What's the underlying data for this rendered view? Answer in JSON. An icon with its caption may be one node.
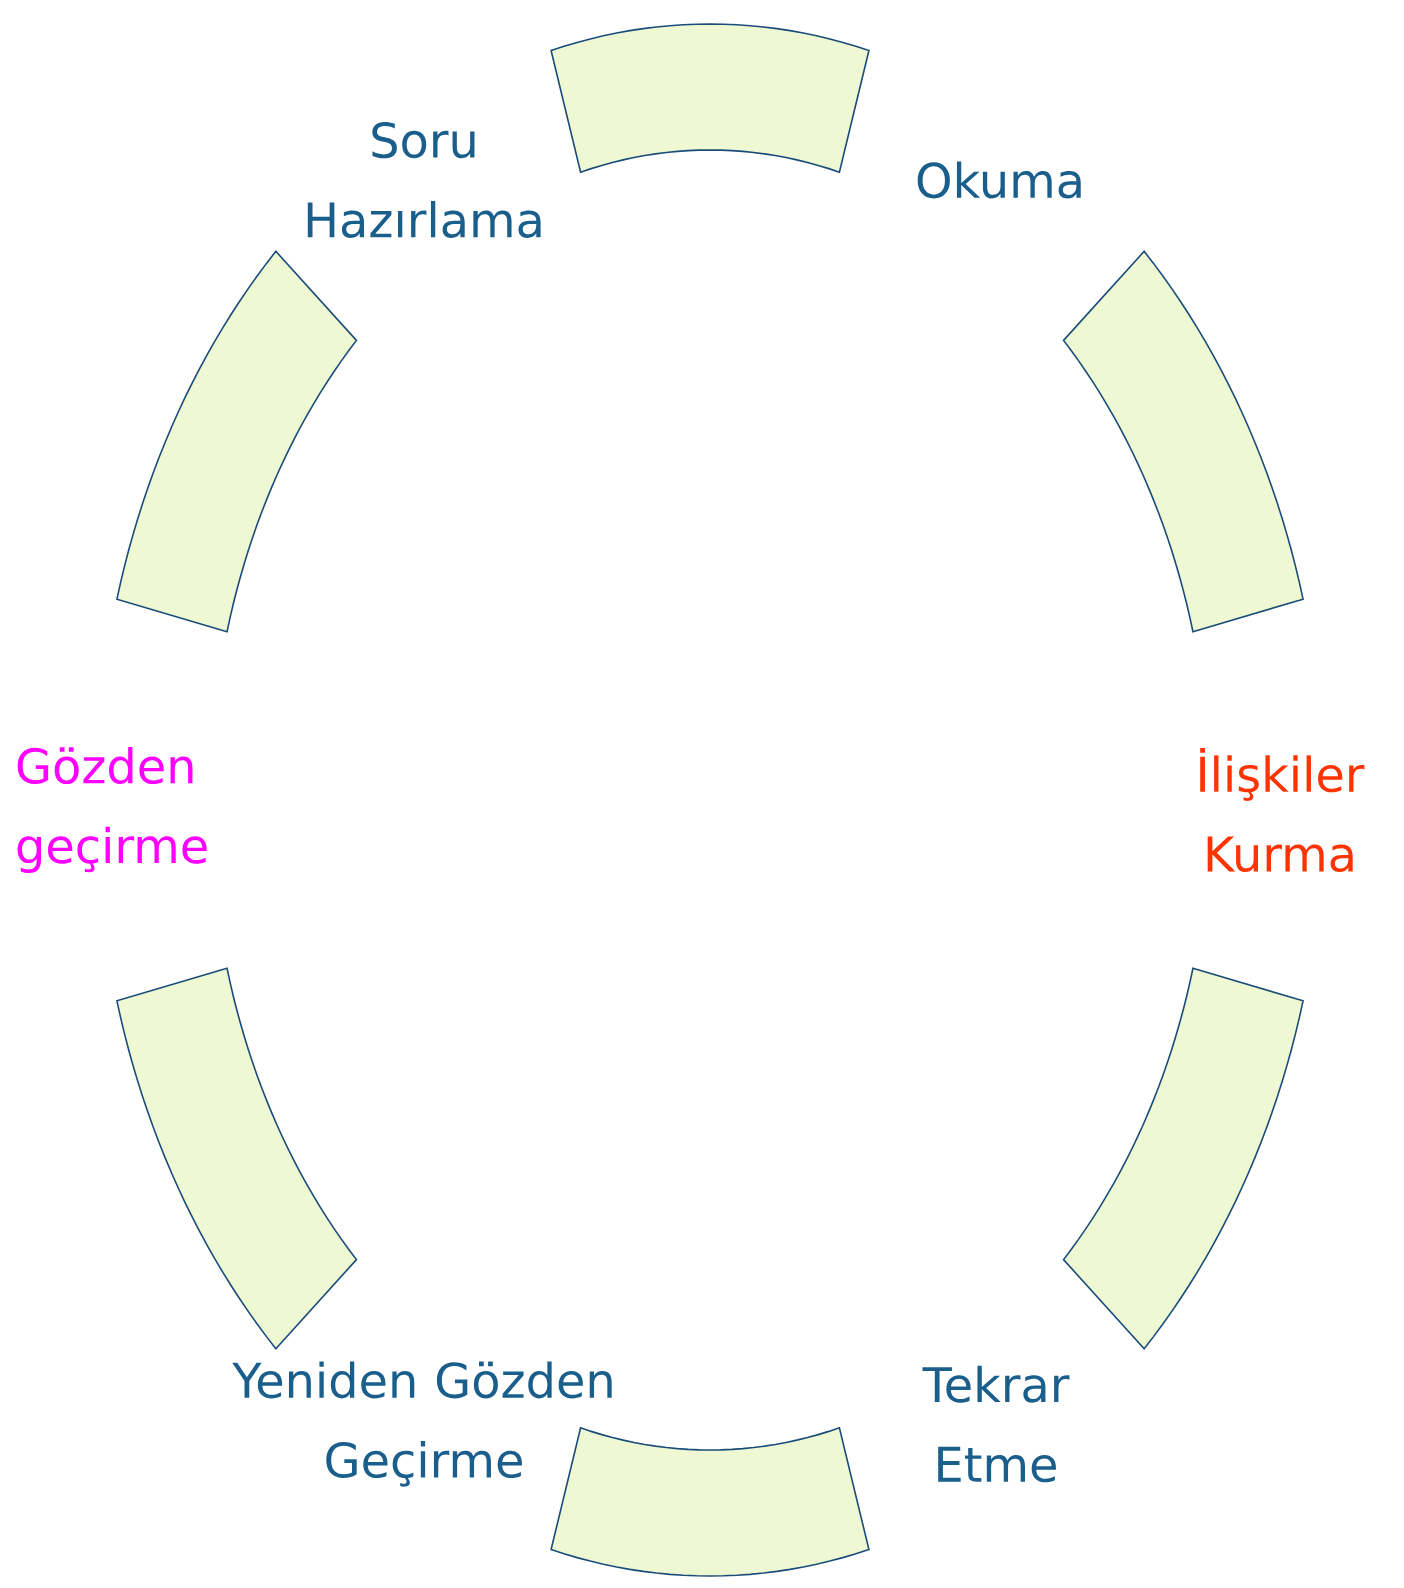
{
  "diagram": {
    "nodes": [
      {
        "text": [
          "Soru Hazırlama"
        ]
      },
      {
        "text": [
          "Okuma"
        ]
      },
      {
        "text": [
          "İlişkiler Kurma"
        ]
      },
      {
        "text": [
          "Tekrar Etme"
        ]
      },
      {
        "text": [
          "Yeniden Gözden Geçirme"
        ]
      },
      {
        "text": [
          "Gözden geçirme"
        ]
      }
    ],
    "edges": [
      {
        "from": 0,
        "to": 1,
        "arrow": "none"
      },
      {
        "from": 1,
        "to": 2,
        "arrow": "none"
      },
      {
        "from": 2,
        "to": 3,
        "arrow": "none"
      },
      {
        "from": 3,
        "to": 4,
        "arrow": "none"
      },
      {
        "from": 4,
        "to": 5,
        "arrow": "none"
      },
      {
        "from": 5,
        "to": 0,
        "arrow": "none"
      }
    ]
  }
}
